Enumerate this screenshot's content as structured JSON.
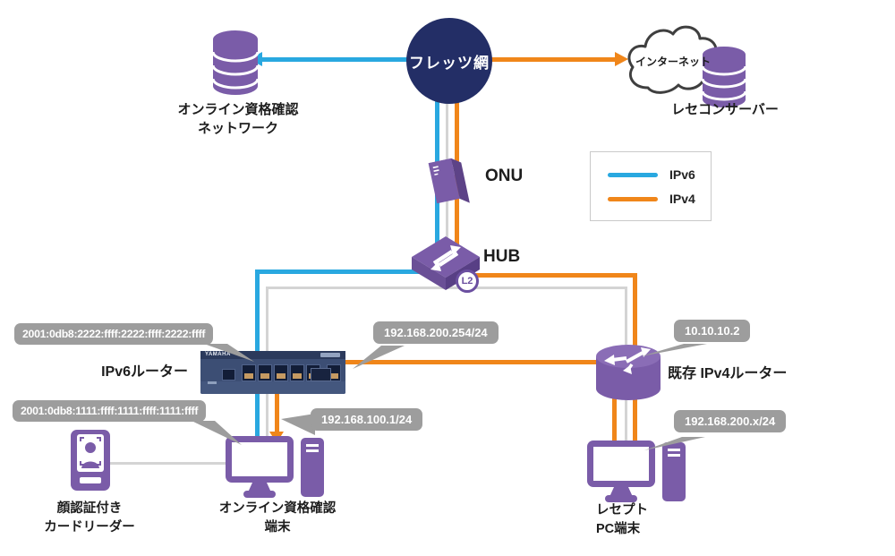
{
  "legend": {
    "items": [
      {
        "label": "IPv6",
        "color": "#29a8e0"
      },
      {
        "label": "IPv4",
        "color": "#f0861a"
      }
    ]
  },
  "nodes": {
    "flets": {
      "label": "フレッツ網"
    },
    "online_check_network": {
      "label": "オンライン資格確認\nネットワーク"
    },
    "internet_cloud": {
      "label": "インターネット"
    },
    "rezecon_server": {
      "label": "レセコンサーバー"
    },
    "onu": {
      "label": "ONU"
    },
    "hub": {
      "label": "HUB",
      "layer_badge": "L2"
    },
    "ipv6_router": {
      "label": "IPv6ルーター",
      "brand": "YAMAHA"
    },
    "ipv4_router": {
      "label": "既存 IPv4ルーター"
    },
    "card_reader": {
      "label": "顔認証付き\nカードリーダー"
    },
    "online_check_terminal": {
      "label": "オンライン資格確認\n端末"
    },
    "receipt_pc": {
      "label": "レセプト\nPC端末"
    }
  },
  "ip_labels": {
    "router6_wan_v6": "2001:0db8:2222:ffff:2222:ffff:2222:ffff",
    "router6_lan_v6": "2001:0db8:1111:ffff:1111:ffff:1111:ffff",
    "router6_wan_v4": "192.168.200.254/24",
    "router6_lan_v4": "192.168.100.1/24",
    "router4_wan_v4": "10.10.10.2",
    "receipt_lan_v4": "192.168.200.x/24"
  },
  "colors": {
    "ipv6_line": "#29a8e0",
    "ipv4_line": "#f0861a",
    "neutral_line": "#d4d4d4",
    "device_purple": "#7a5ca8",
    "flets_navy": "#232e66",
    "badge_gray": "#9d9d9d"
  }
}
